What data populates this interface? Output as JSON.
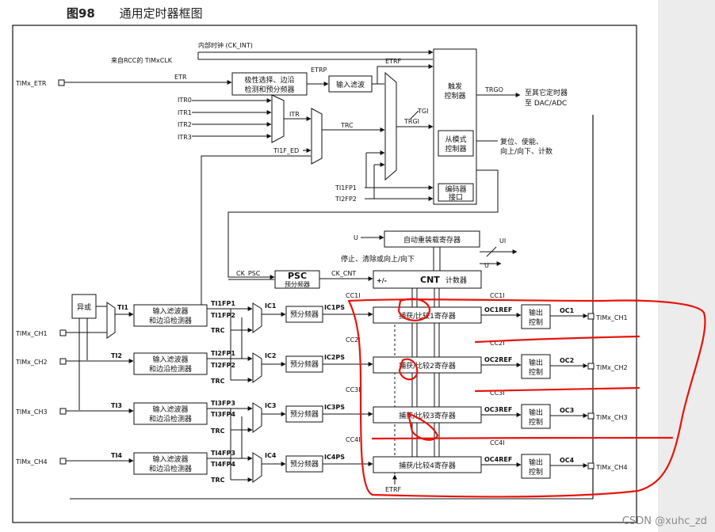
{
  "header": {
    "figure_no": "图98",
    "title": "通用定时器框图"
  },
  "watermark": "CSDN @xuhc_zd",
  "labels": {
    "ck_int": "内部时钟 (CK_INT)",
    "rcc_clk": "来自RCC的 TIMxCLK",
    "timx_etr": "TIMx_ETR",
    "etr": "ETR",
    "etrp": "ETRP",
    "etrf": "ETRF",
    "itr0": "ITR0",
    "itr1": "ITR1",
    "itr2": "ITR2",
    "itr3": "ITR3",
    "itr": "ITR",
    "trc": "TRC",
    "tgi": "TGI",
    "trgi": "TRGI",
    "ti1f_ed": "TI1F_ED",
    "ti1fp1": "TI1FP1",
    "ti2fp2": "TI2FP2",
    "trgo": "TRGO",
    "to_timer": "至其它定时器",
    "to_dac": "至 DAC/ADC",
    "reset_note1": "复位、使能、",
    "reset_note2": "向上/向下、计数",
    "u": "U",
    "ui": "UI",
    "stop_clear": "停止、清除或向上/向下",
    "ck_psc": "CK_PSC",
    "ck_cnt": "CK_CNT",
    "plus_minus": "+/-",
    "cnt": "CNT",
    "cnt_suffix": "计数器",
    "xor": "异或",
    "ti1": "TI1",
    "ti2": "TI2",
    "ti3": "TI3",
    "ti4": "TI4",
    "ti1fp1_b": "TI1FP1",
    "ti1fp2_b": "TI1FP2",
    "ti2fp1_b": "TI2FP1",
    "ti2fp2_b": "TI2FP2",
    "ti3fp3_b": "TI3FP3",
    "ti3fp4_b": "TI3FP4",
    "ti4fp3_b": "TI4FP3",
    "ti4fp4_b": "TI4FP4",
    "trc_1": "TRC",
    "trc_2": "TRC",
    "trc_3": "TRC",
    "trc_4": "TRC",
    "ic1": "IC1",
    "ic2": "IC2",
    "ic3": "IC3",
    "ic4": "IC4",
    "ic1ps": "IC1PS",
    "ic2ps": "IC2PS",
    "ic3ps": "IC3PS",
    "ic4ps": "IC4PS",
    "cc1i": "CC1I",
    "cc1i_b": "CC1I",
    "cc2i": "CC2I",
    "cc2i_b": "CC2I",
    "cc3i": "CC3I",
    "cc3i_b": "CC3I",
    "cc4i": "CC4I",
    "cc4i_b": "CC4I",
    "oc1ref": "OC1REF",
    "oc2ref": "OC2REF",
    "oc3ref": "OC3REF",
    "oc4ref": "OC4REF",
    "oc1": "OC1",
    "oc2": "OC2",
    "oc3": "OC3",
    "oc4": "OC4",
    "ch1": "TIMx_CH1",
    "ch2": "TIMx_CH2",
    "ch3": "TIMx_CH3",
    "ch4": "TIMx_CH4",
    "ch1_out": "TIMx_CH1",
    "ch2_out": "TIMx_CH2",
    "ch3_out": "TIMx_CH3",
    "ch4_out": "TIMx_CH4",
    "etrf_bottom": "ETRF"
  },
  "blocks": {
    "polarity_1": "极性选择、边沿",
    "polarity_2": "检测和预分频器",
    "input_filter": "输入滤波",
    "trigger_1": "触发",
    "trigger_2": "控制器",
    "slave_1": "从模式",
    "slave_2": "控制器",
    "encoder_1": "编码器",
    "encoder_2": "接口",
    "auto_reload": "自动重装载寄存器",
    "psc": "PSC",
    "psc_sub": "预分频器",
    "filter_1": "输入滤波器",
    "filter_2": "和边沿检测器",
    "prescaler": "预分频器",
    "cc1": "捕获/比较1寄存器",
    "cc2": "捕获/比较2寄存器",
    "cc3": "捕获/比较3寄存器",
    "cc4": "捕获/比较4寄存器",
    "out_1": "输出",
    "out_2": "控制"
  },
  "colors": {
    "line": "#111111",
    "annotation": "#e8140c",
    "panel": "#ececec"
  }
}
